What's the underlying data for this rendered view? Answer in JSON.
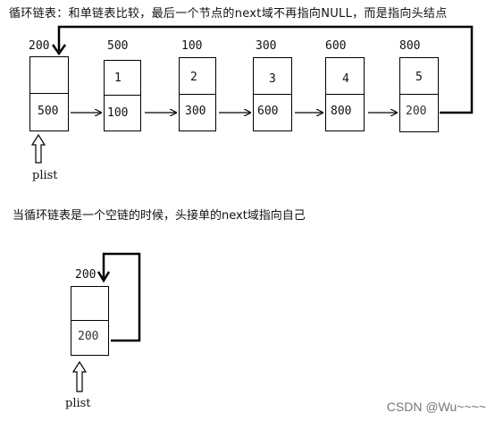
{
  "title": "循环链表：和单链表比较，最后一个节点的next域不再指向NULL，而是指向头结点",
  "subtitle": "当循环链表是一个空链的时候，头接单的next域指向自己",
  "list": {
    "head": {
      "address": "200",
      "next": "500"
    },
    "nodes": [
      {
        "address": "500",
        "data": "1",
        "next": "100"
      },
      {
        "address": "100",
        "data": "2",
        "next": "300"
      },
      {
        "address": "300",
        "data": "3",
        "next": "600"
      },
      {
        "address": "600",
        "data": "4",
        "next": "800"
      },
      {
        "address": "800",
        "data": "5",
        "next": "200"
      }
    ],
    "pointer_label": "plist"
  },
  "empty_list": {
    "head": {
      "address": "200",
      "next": "200"
    },
    "pointer_label": "plist"
  },
  "watermark": "CSDN @Wu~~~~"
}
